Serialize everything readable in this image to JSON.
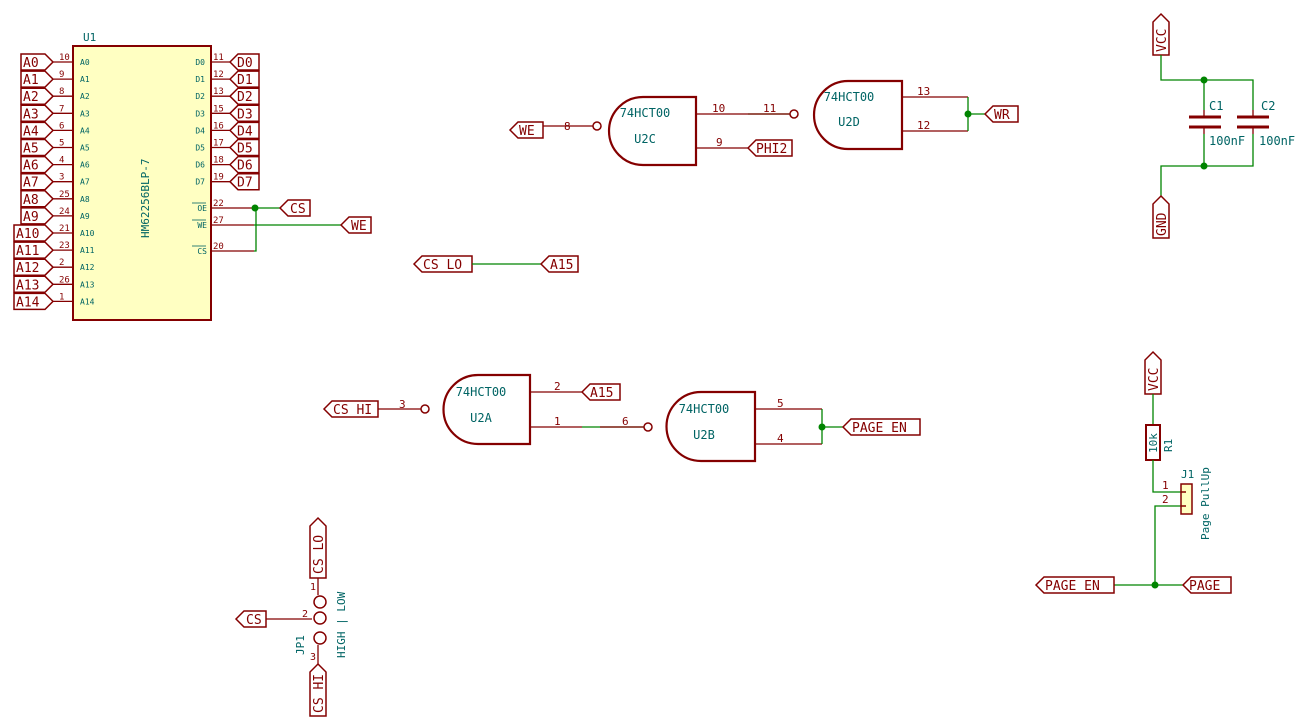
{
  "u1": {
    "ref": "U1",
    "value": "HM62256BLP-7",
    "left_pins": [
      {
        "num": "10",
        "name": "A0",
        "net": "A0"
      },
      {
        "num": "9",
        "name": "A1",
        "net": "A1"
      },
      {
        "num": "8",
        "name": "A2",
        "net": "A2"
      },
      {
        "num": "7",
        "name": "A3",
        "net": "A3"
      },
      {
        "num": "6",
        "name": "A4",
        "net": "A4"
      },
      {
        "num": "5",
        "name": "A5",
        "net": "A5"
      },
      {
        "num": "4",
        "name": "A6",
        "net": "A6"
      },
      {
        "num": "3",
        "name": "A7",
        "net": "A7"
      },
      {
        "num": "25",
        "name": "A8",
        "net": "A8"
      },
      {
        "num": "24",
        "name": "A9",
        "net": "A9"
      },
      {
        "num": "21",
        "name": "A10",
        "net": "A10"
      },
      {
        "num": "23",
        "name": "A11",
        "net": "A11"
      },
      {
        "num": "2",
        "name": "A12",
        "net": "A12"
      },
      {
        "num": "26",
        "name": "A13",
        "net": "A13"
      },
      {
        "num": "1",
        "name": "A14",
        "net": "A14"
      }
    ],
    "right_pins": [
      {
        "num": "11",
        "name": "D0",
        "net": "D0"
      },
      {
        "num": "12",
        "name": "D1",
        "net": "D1"
      },
      {
        "num": "13",
        "name": "D2",
        "net": "D2"
      },
      {
        "num": "15",
        "name": "D3",
        "net": "D3"
      },
      {
        "num": "16",
        "name": "D4",
        "net": "D4"
      },
      {
        "num": "17",
        "name": "D5",
        "net": "D5"
      },
      {
        "num": "18",
        "name": "D6",
        "net": "D6"
      },
      {
        "num": "19",
        "name": "D7",
        "net": "D7"
      }
    ],
    "ctrl_pins": [
      {
        "num": "22",
        "name": "OE"
      },
      {
        "num": "27",
        "name": "WE"
      },
      {
        "num": "20",
        "name": "CS"
      }
    ],
    "ctrl_nets": {
      "cs": "CS",
      "we": "WE"
    }
  },
  "u2c": {
    "part": "74HCT00",
    "ref": "U2C",
    "pin_in": "8",
    "pin_a": "10",
    "pin_b": "9",
    "net_in": "WE",
    "net_b": "PHI2"
  },
  "u2d": {
    "part": "74HCT00",
    "ref": "U2D",
    "pin_in": "11",
    "pin_a": "13",
    "pin_b": "12",
    "net_out": "WR"
  },
  "u2a": {
    "part": "74HCT00",
    "ref": "U2A",
    "pin_out": "3",
    "pin_a": "2",
    "pin_b": "1",
    "net_out": "CS_HI",
    "net_a": "A15"
  },
  "u2b": {
    "part": "74HCT00",
    "ref": "U2B",
    "pin_in": "6",
    "pin_a": "5",
    "pin_b": "4",
    "net_out": "PAGE_EN"
  },
  "cs_lo": {
    "from": "CS_LO",
    "to": "A15"
  },
  "caps": {
    "vcc": "VCC",
    "gnd": "GND",
    "c1": {
      "ref": "C1",
      "value": "100nF"
    },
    "c2": {
      "ref": "C2",
      "value": "100nF"
    }
  },
  "pullup": {
    "vcc": "VCC",
    "r1": {
      "ref": "R1",
      "value": "10k"
    },
    "j1": {
      "ref": "J1",
      "value": "Page PullUp",
      "pin1": "1",
      "pin2": "2"
    },
    "net_left": "PAGE_EN",
    "net_right": "PAGE"
  },
  "jp1": {
    "ref": "JP1",
    "value": "HIGH | LOW",
    "net_top": "CS_LO",
    "net_left": "CS",
    "net_bottom": "CS_HI",
    "pin1": "1",
    "pin2": "2",
    "pin3": "3"
  },
  "colors": {
    "wire": "#008400",
    "symbol": "#840000",
    "body_fill": "#ffffc2",
    "ref_text": "#006464",
    "junction": "#008400"
  }
}
